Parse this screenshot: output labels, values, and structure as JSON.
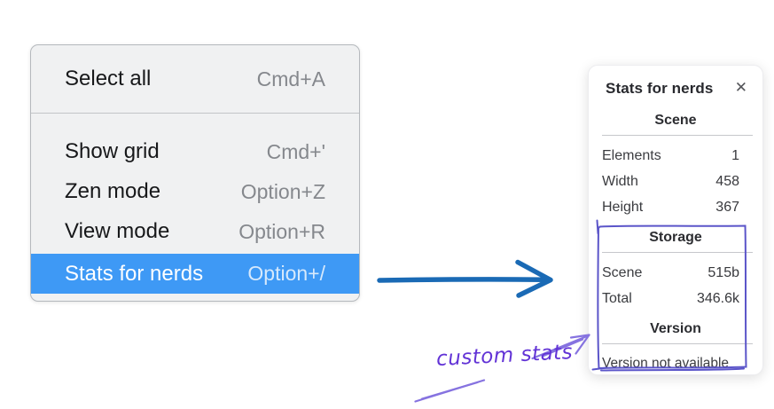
{
  "menu": {
    "items": [
      {
        "label": "Select all",
        "shortcut": "Cmd+A",
        "highlighted": false
      },
      {
        "label": "Show grid",
        "shortcut": "Cmd+'",
        "highlighted": false
      },
      {
        "label": "Zen mode",
        "shortcut": "Option+Z",
        "highlighted": false
      },
      {
        "label": "View mode",
        "shortcut": "Option+R",
        "highlighted": false
      },
      {
        "label": "Stats for nerds",
        "shortcut": "Option+/",
        "highlighted": true
      }
    ]
  },
  "panel": {
    "title": "Stats for nerds",
    "close_icon": "✕",
    "sections": [
      {
        "heading": "Scene",
        "rows": [
          {
            "label": "Elements",
            "value": "1"
          },
          {
            "label": "Width",
            "value": "458"
          },
          {
            "label": "Height",
            "value": "367"
          }
        ]
      },
      {
        "heading": "Storage",
        "rows": [
          {
            "label": "Scene",
            "value": "515b"
          },
          {
            "label": "Total",
            "value": "346.6k"
          }
        ]
      },
      {
        "heading": "Version",
        "note": "Version not available"
      }
    ]
  },
  "annotation": {
    "text": "custom stats"
  },
  "colors": {
    "menu_highlight": "#3e99f5",
    "menu_highlight_text": "#ffffff",
    "menu_highlight_shortcut": "#d6e9fc",
    "blue_arrow": "#1a6ab5",
    "purple_rect": "#5b55c9",
    "purple_text": "#6233d6",
    "purple_arrow": "#8673e0"
  }
}
